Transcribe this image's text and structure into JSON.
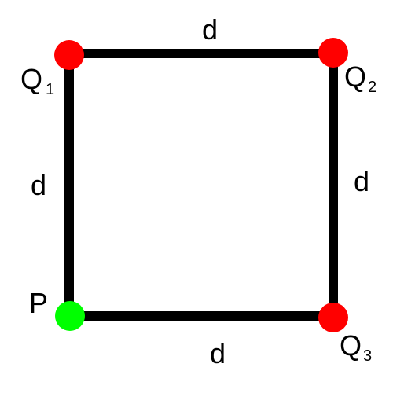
{
  "diagram": {
    "side_labels": {
      "top": "d",
      "left": "d",
      "right": "d",
      "bottom": "d"
    },
    "vertices": {
      "q1": {
        "name": "Q",
        "subscript": "1",
        "color": "#ff0000"
      },
      "q2": {
        "name": "Q",
        "subscript": "2",
        "color": "#ff0000"
      },
      "q3": {
        "name": "Q",
        "subscript": "3",
        "color": "#ff0000"
      },
      "p": {
        "name": "P",
        "color": "#00ff00"
      }
    },
    "edge_color": "#000000"
  }
}
